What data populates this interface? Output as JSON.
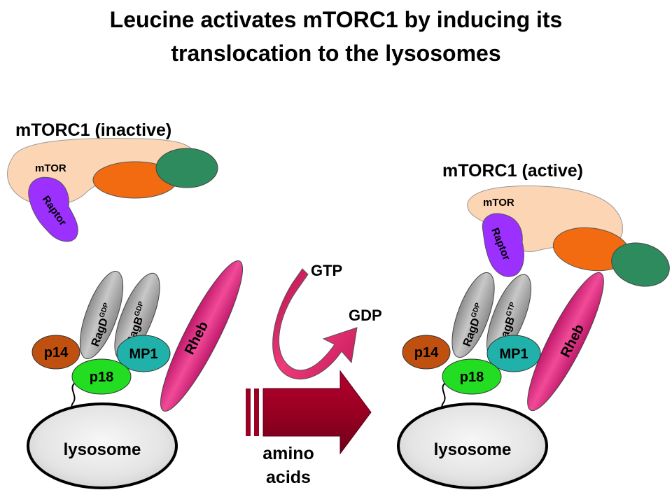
{
  "title_line1": "Leucine activates mTORC1 by inducing its",
  "title_line2": "translocation to the lysosomes",
  "left_panel": {
    "complex_label": "mTORC1 (inactive)",
    "mtor": "mTOR",
    "raptor": "Raptor",
    "ragd": "RagD",
    "ragd_state": "GDP",
    "ragb": "RagB",
    "ragb_state": "GDP",
    "p14": "p14",
    "p18": "p18",
    "mp1": "MP1",
    "rheb": "Rheb",
    "lysosome": "lysosome"
  },
  "center": {
    "gtp": "GTP",
    "gdp": "GDP",
    "stimulus_line1": "amino",
    "stimulus_line2": "acids"
  },
  "right_panel": {
    "complex_label": "mTORC1 (active)",
    "mtor": "mTOR",
    "raptor": "Raptor",
    "ragd": "RagD",
    "ragd_state": "GDP",
    "ragb": "RagB",
    "ragb_state": "GTP",
    "p14": "p14",
    "p18": "p18",
    "mp1": "MP1",
    "rheb": "Rheb",
    "lysosome": "lysosome"
  },
  "colors": {
    "mtor": "#fcd5b4",
    "orange_subunit": "#f26b10",
    "green_subunit": "#2e8b5e",
    "raptor": "#9b30ff",
    "rag": "#a6a6a6",
    "p14": "#c0500f",
    "p18": "#22dd22",
    "mp1": "#20b2aa",
    "rheb": "#e8388a",
    "lysosome": "#e6e6e6",
    "gtp_arrow": "#d81b60",
    "aa_arrow": "#990022"
  }
}
